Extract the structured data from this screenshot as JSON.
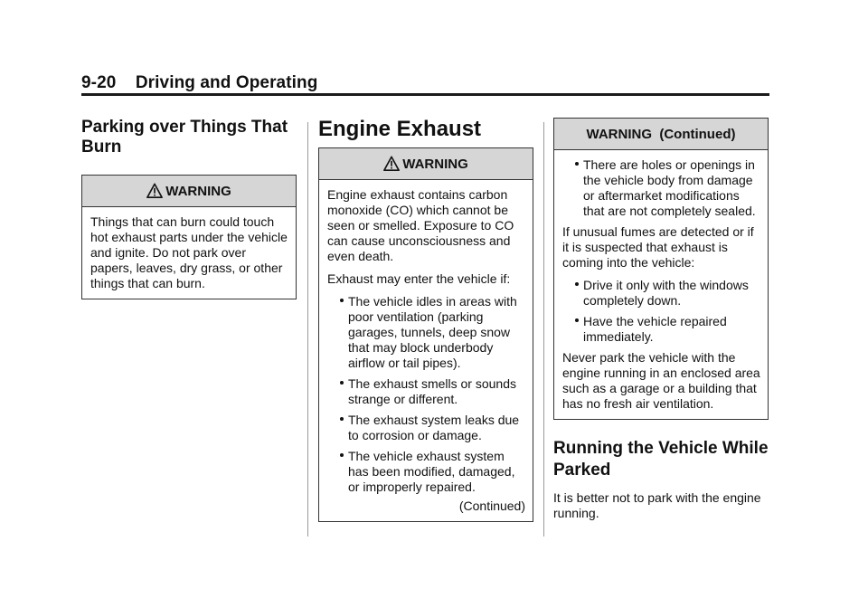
{
  "header": {
    "page_number": "9-20",
    "chapter_title": "Driving and Operating"
  },
  "column1": {
    "heading": "Parking over Things That Burn",
    "warning": {
      "title": "WARNING",
      "icon": "warning-triangle-icon",
      "text": "Things that can burn could touch hot exhaust parts under the vehicle and ignite. Do not park over papers, leaves, dry grass, or other things that can burn."
    }
  },
  "column2": {
    "heading": "Engine Exhaust",
    "warning": {
      "title": "WARNING",
      "icon": "warning-triangle-icon",
      "para1": "Engine exhaust contains carbon monoxide (CO) which cannot be seen or smelled. Exposure to CO can cause unconsciousness and even death.",
      "para2": "Exhaust may enter the vehicle if:",
      "bullets": [
        "The vehicle idles in areas with poor ventilation (parking garages, tunnels, deep snow that may block underbody airflow or tail pipes).",
        "The exhaust smells or sounds strange or different.",
        "The exhaust system leaks due to corrosion or damage.",
        "The vehicle exhaust system has been modified, damaged, or improperly repaired."
      ],
      "continued": "(Continued)"
    }
  },
  "column3": {
    "warning": {
      "title": "WARNING  (Continued)",
      "bullets1": [
        "There are holes or openings in the vehicle body from damage or aftermarket modifications that are not completely sealed."
      ],
      "para1": "If unusual fumes are detected or if it is suspected that exhaust is coming into the vehicle:",
      "bullets2": [
        "Drive it only with the windows completely down.",
        "Have the vehicle repaired immediately."
      ],
      "para2": "Never park the vehicle with the engine running in an enclosed area such as a garage or a building that has no fresh air ventilation."
    },
    "heading": "Running the Vehicle While Parked",
    "text": "It is better not to park with the engine running."
  },
  "colors": {
    "warning_header_bg": "#d6d6d6",
    "text": "#111111",
    "rule": "#1a1a1a"
  }
}
